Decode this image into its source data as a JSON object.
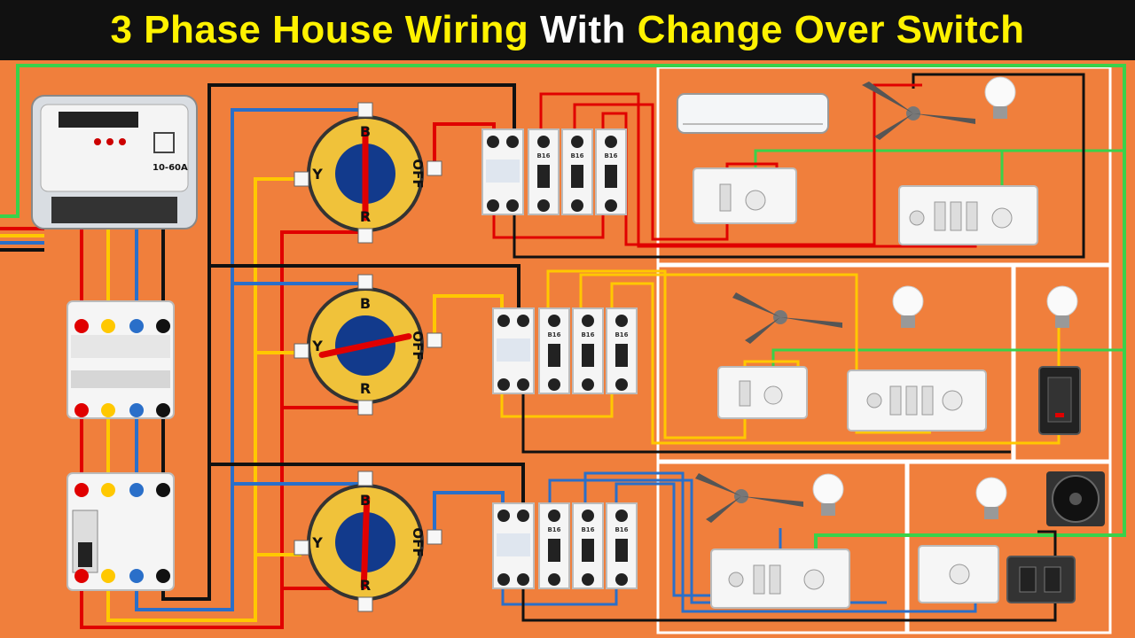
{
  "title": {
    "part1": "3 Phase House Wiring ",
    "part2": "With",
    "part3": " Change Over Switch"
  },
  "meter": {
    "rating": "10-60A"
  },
  "changeover": {
    "label_b": "B",
    "label_y": "Y",
    "label_r": "R",
    "label_off": "OFF"
  },
  "breaker_label": "B16",
  "colors": {
    "background": "#f07f3c",
    "red": "#e00000",
    "yellow": "#ffc800",
    "blue": "#2a6fc9",
    "black": "#111111",
    "green": "#39d24a",
    "title_yellow": "#fff200",
    "title_bg": "#111111"
  }
}
